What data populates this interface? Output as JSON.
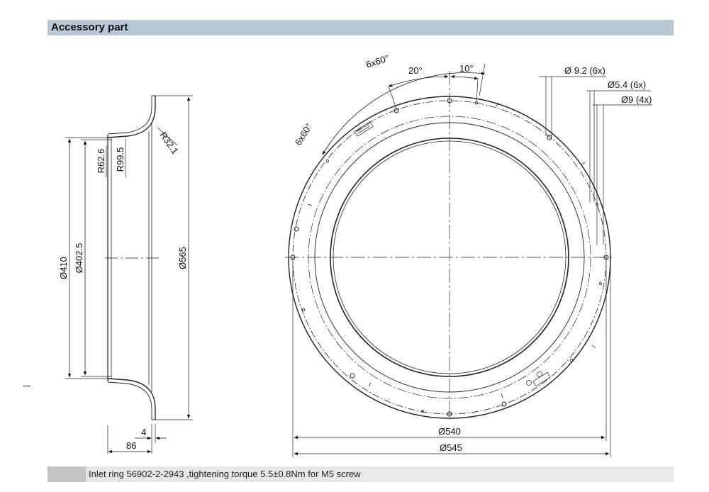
{
  "header": {
    "title": "Accessory part"
  },
  "footer": {
    "caption": "Inlet ring 56902-2-2943 ,tightening torque 5.5±0.8Nm for M5 screw"
  },
  "side_view": {
    "dim_410": "Ø410",
    "dim_402": "Ø402.5",
    "dim_565": "Ø565",
    "dim_r62": "R62.6",
    "dim_r99": "R99.5",
    "dim_r32": "R32.1",
    "dim_4": "4",
    "dim_86": "86"
  },
  "front_view": {
    "dim_6x60_top": "6x60°",
    "dim_6x60_left": "6x60°",
    "dim_20": "20°",
    "dim_10": "10°",
    "hole_92": "Ø 9.2 (6x)",
    "hole_54": "Ø5.4 (6x)",
    "hole_9": "Ø9 (4x)",
    "dim_540": "Ø540",
    "dim_545": "Ø545"
  }
}
